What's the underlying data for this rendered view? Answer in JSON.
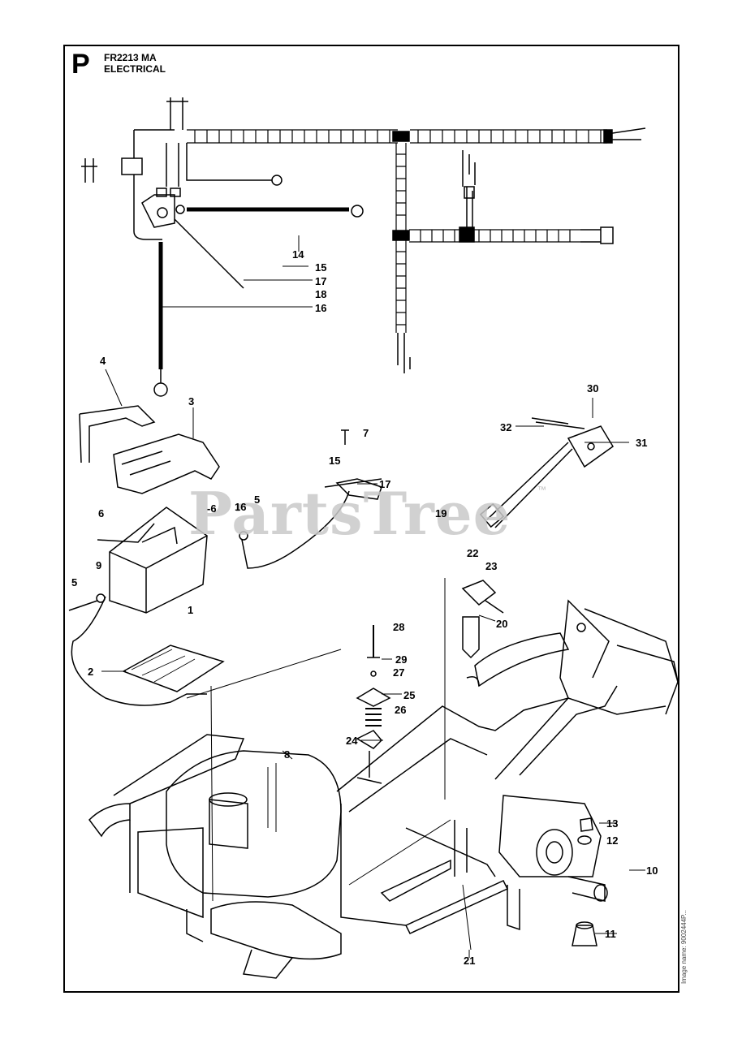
{
  "header": {
    "page_letter": "P",
    "model": "FR2213 MA",
    "section": "ELECTRICAL"
  },
  "watermark": {
    "text": "PartsTree",
    "tm": "™"
  },
  "side_text": "Image name: 9002444P...",
  "callouts": {
    "c1": "1",
    "c2": "2",
    "c3": "3",
    "c4": "4",
    "c5a": "5",
    "c5b": "5",
    "c6a": "6",
    "c6b": "-6",
    "c7": "7",
    "c8": "8",
    "c9": "9",
    "c10": "10",
    "c11": "11",
    "c12": "12",
    "c13": "13",
    "c14": "14",
    "c15a": "15",
    "c15b": "15",
    "c16a": "16",
    "c16b": "16",
    "c17a": "17",
    "c17b": "17",
    "c18": "18",
    "c19": "19",
    "c20": "20",
    "c21": "21",
    "c22": "22",
    "c23": "23",
    "c24": "24",
    "c25": "25",
    "c26": "26",
    "c27": "27",
    "c28": "28",
    "c29": "29",
    "c30": "30",
    "c31": "31",
    "c32": "32"
  }
}
